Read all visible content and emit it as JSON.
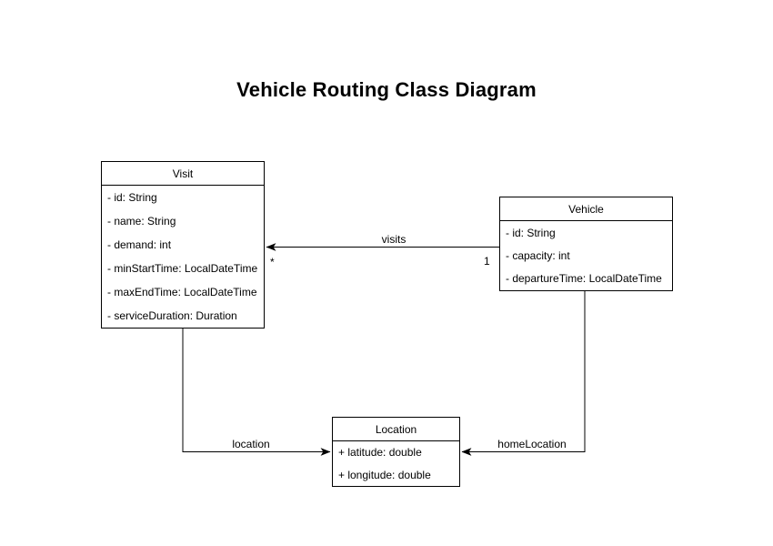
{
  "title": "Vehicle Routing Class Diagram",
  "classes": {
    "visit": {
      "name": "Visit",
      "attributes": [
        "- id: String",
        "- name: String",
        "- demand: int",
        "- minStartTime: LocalDateTime",
        "- maxEndTime: LocalDateTime",
        "- serviceDuration: Duration"
      ]
    },
    "vehicle": {
      "name": "Vehicle",
      "attributes": [
        "- id: String",
        "- capacity: int",
        "- departureTime: LocalDateTime"
      ]
    },
    "location": {
      "name": "Location",
      "attributes": [
        "+ latitude: double",
        "+ longitude: double"
      ]
    }
  },
  "relationships": {
    "visits": {
      "label": "visits",
      "from": "Vehicle",
      "to": "Visit",
      "from_multiplicity": "1",
      "to_multiplicity": "*"
    },
    "location": {
      "label": "location",
      "from": "Visit",
      "to": "Location"
    },
    "home_location": {
      "label": "homeLocation",
      "from": "Vehicle",
      "to": "Location"
    }
  },
  "colors": {
    "line": "#000000",
    "text": "#000000",
    "background": "#ffffff"
  }
}
